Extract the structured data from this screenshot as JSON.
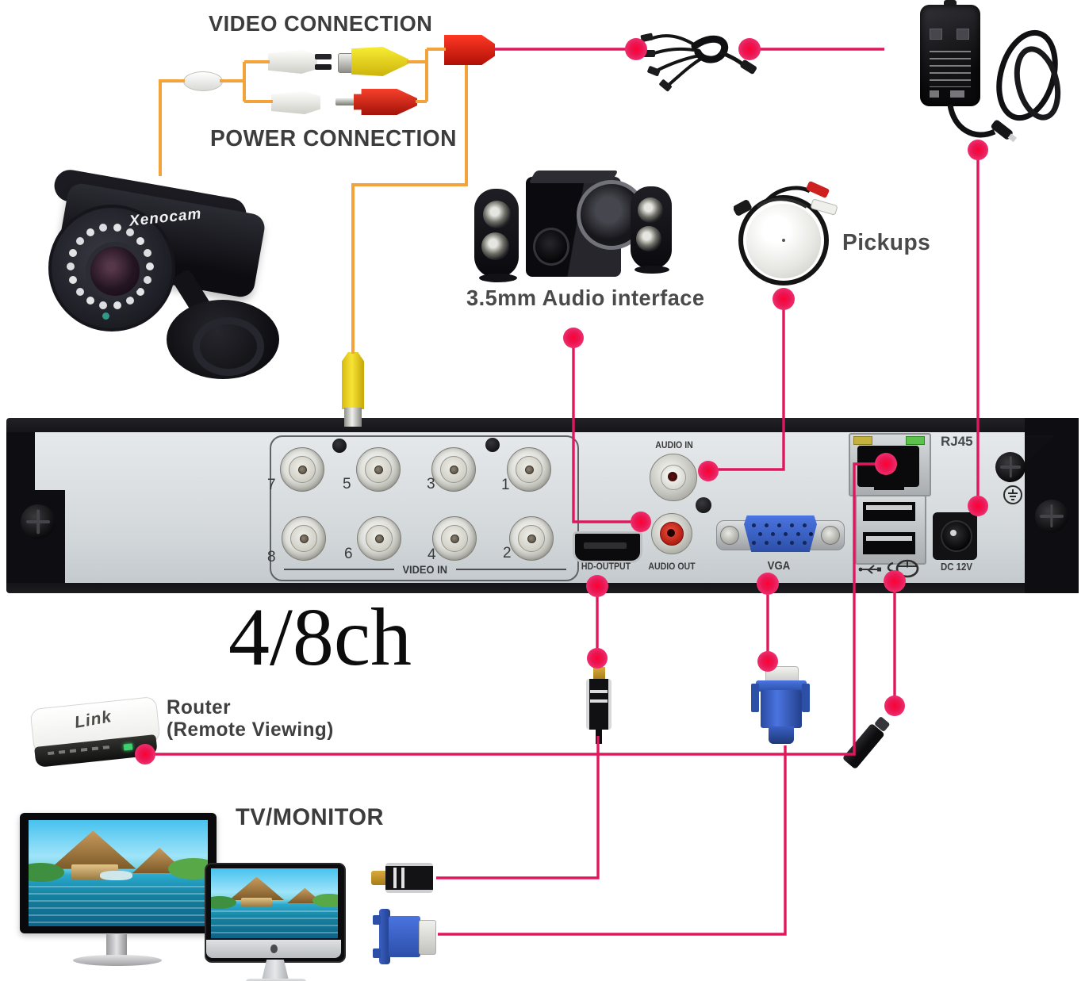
{
  "colors": {
    "accent_pink": "#e0175c",
    "accent_orange": "#f2a33c",
    "label_gray": "#3d3d3d",
    "dvr_face": "#dfe3e6",
    "vga_blue": "#3a63cc",
    "rca_yellow": "#f0d91e",
    "rca_red": "#e8241c"
  },
  "labels": {
    "video_connection": "VIDEO CONNECTION",
    "power_connection": "POWER CONNECTION",
    "audio_interface": "3.5mm Audio interface",
    "pickups": "Pickups",
    "channels": "4/8ch",
    "router_title": "Router",
    "router_subtitle": "(Remote Viewing)",
    "tv_monitor": "TV/MONITOR"
  },
  "camera": {
    "brand": "Xenocam"
  },
  "router": {
    "brand": "Link"
  },
  "dvr": {
    "video_in": "VIDEO IN",
    "bnc_top": [
      "7",
      "5",
      "3",
      "1"
    ],
    "bnc_bottom": [
      "8",
      "6",
      "4",
      "2"
    ],
    "audio_in": "AUDIO IN",
    "hd_output": "HD-OUTPUT",
    "audio_out": "AUDIO OUT",
    "vga": "VGA",
    "rj45": "RJ45",
    "dc": "DC 12V"
  }
}
